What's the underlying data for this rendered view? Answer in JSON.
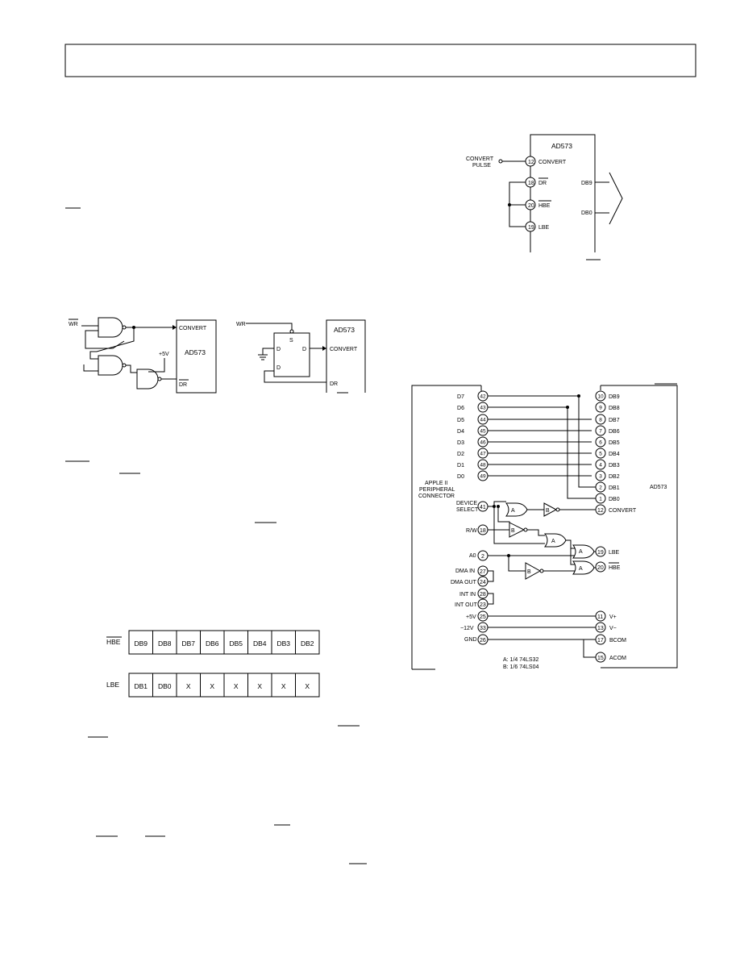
{
  "fig_right_top": {
    "chip": "AD573",
    "convert_pulse": [
      "CONVERT",
      "PULSE"
    ],
    "pins": [
      {
        "num": "12",
        "name": "CONVERT"
      },
      {
        "num": "18",
        "name": "DR"
      },
      {
        "num": "20",
        "name": "HBE"
      },
      {
        "num": "19",
        "name": "LBE"
      }
    ],
    "db_top": "DB9",
    "db_bot": "DB0"
  },
  "fig_left": {
    "wr": "WR",
    "convert": "CONVERT",
    "dr": "DR",
    "chip": "AD573",
    "v": "+5V"
  },
  "fig_flip": {
    "wr": "WR",
    "chip": "AD573",
    "s": "S",
    "d": "D",
    "q": "D",
    "dbar": "D",
    "convert": "CONVERT",
    "dr": "DR"
  },
  "byte_table": {
    "hbe_label": "HBE",
    "hbe_cells": [
      "DB9",
      "DB8",
      "DB7",
      "DB6",
      "DB5",
      "DB4",
      "DB3",
      "DB2"
    ],
    "lbe_label": "LBE",
    "lbe_cells": [
      "DB1",
      "DB0",
      "X",
      "X",
      "X",
      "X",
      "X",
      "X"
    ]
  },
  "apple": {
    "chip": "AD573",
    "connector": [
      "APPLE II",
      "PERIPHERAL",
      "CONNECTOR"
    ],
    "left_pins": [
      {
        "label": "D7",
        "num": "42"
      },
      {
        "label": "D6",
        "num": "43"
      },
      {
        "label": "D5",
        "num": "44"
      },
      {
        "label": "D4",
        "num": "45"
      },
      {
        "label": "D3",
        "num": "46"
      },
      {
        "label": "D2",
        "num": "47"
      },
      {
        "label": "D1",
        "num": "48"
      },
      {
        "label": "D0",
        "num": "49"
      }
    ],
    "right_pins": [
      {
        "num": "10",
        "label": "DB9"
      },
      {
        "num": "9",
        "label": "DB8"
      },
      {
        "num": "8",
        "label": "DB7"
      },
      {
        "num": "7",
        "label": "DB6"
      },
      {
        "num": "6",
        "label": "DB5"
      },
      {
        "num": "5",
        "label": "DB4"
      },
      {
        "num": "4",
        "label": "DB3"
      },
      {
        "num": "3",
        "label": "DB2"
      },
      {
        "num": "2",
        "label": "DB1"
      },
      {
        "num": "1",
        "label": "DB0"
      }
    ],
    "device_select": [
      "DEVICE",
      "SELECT"
    ],
    "device_select_num": "41",
    "rw": "R/W",
    "rw_num": "18",
    "a0": "A0",
    "a0_num": "2",
    "dma_in": "DMA IN",
    "dma_in_num": "27",
    "dma_out": "DMA OUT",
    "dma_out_num": "24",
    "int_in": "INT IN",
    "int_in_num": "28",
    "int_out": "INT OUT",
    "int_out_num": "23",
    "p5v": "+5V",
    "p5v_num": "25",
    "m12v": "−12V",
    "m12v_num": "33",
    "gnd": "GND",
    "gnd_num": "26",
    "convert_num": "12",
    "convert": "CONVERT",
    "lbe_num": "19",
    "lbe": "LBE",
    "hbe_num": "20",
    "hbe": "HBE",
    "vplus_num": "11",
    "vplus": "V+",
    "vminus_num": "13",
    "vminus": "V−",
    "bcom_num": "17",
    "bcom": "BCOM",
    "acom_num": "15",
    "acom": "ACOM",
    "gate_a": "A",
    "gate_b": "B",
    "legend_a": "A:  1/4 74LS32",
    "legend_b": "B:  1/6 74LS04"
  }
}
